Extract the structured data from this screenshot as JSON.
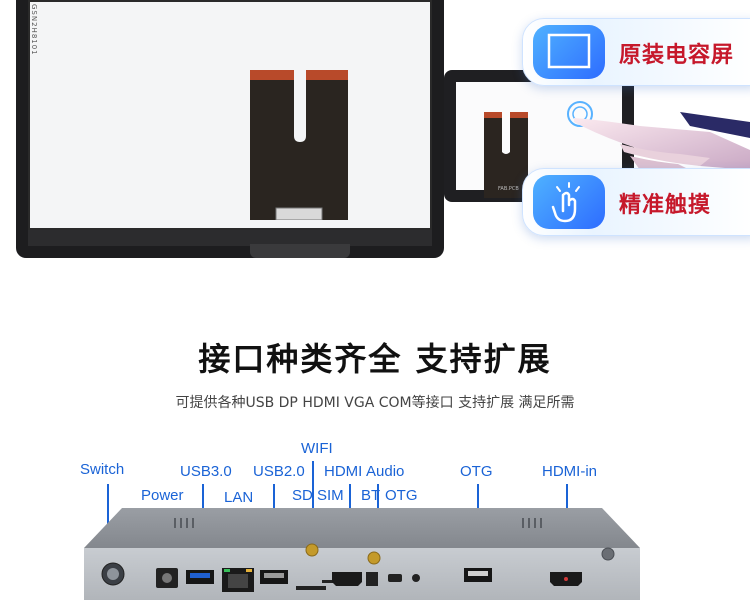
{
  "top": {
    "panel_sideprint": "GSN2H8101",
    "tag_small": "FAB.PCB",
    "feature_1": "原装电容屏",
    "feature_2": "精准触摸",
    "colors": {
      "accent_red": "#c6182b",
      "accent_blue": "#2e6cff",
      "label_blue": "#1a63d6"
    }
  },
  "section": {
    "title": "接口种类齐全 支持扩展",
    "subtitle": "可提供各种USB DP HDMI VGA COM等接口 支持扩展   满足所需"
  },
  "ports": {
    "switch": "Switch",
    "power": "Power",
    "usb30": "USB3.0",
    "lan": "LAN",
    "usb20": "USB2.0",
    "wifi": "WIFI",
    "sd": "SD",
    "sim": "SIM",
    "hdmi": "HDMI",
    "audio": "Audio",
    "bt": "BT",
    "otg_small": "OTG",
    "otg": "OTG",
    "hdmi_in": "HDMI-in"
  }
}
